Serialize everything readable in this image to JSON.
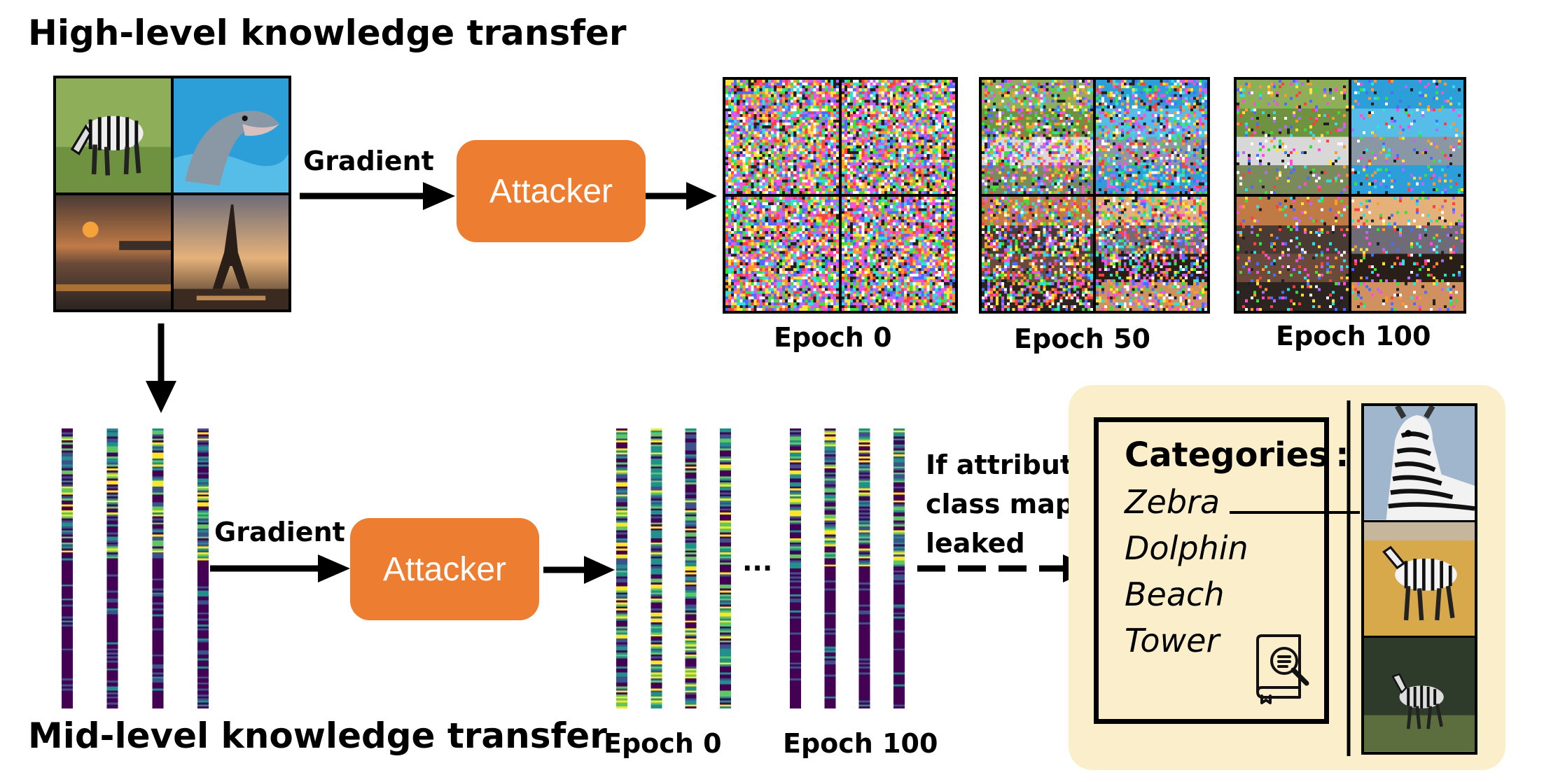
{
  "titles": {
    "high": "High-level knowledge transfer",
    "mid": "Mid-level knowledge transfer"
  },
  "high_row": {
    "arrow_label": "Gradient",
    "attacker_label": "Attacker",
    "epochs": [
      "Epoch 0",
      "Epoch 50",
      "Epoch 100"
    ]
  },
  "mid_row": {
    "arrow_label": "Gradient",
    "attacker_label": "Attacker",
    "ellipsis": "...",
    "epochs": [
      "Epoch 0",
      "Epoch 100"
    ]
  },
  "leak_condition": [
    "If attribute-",
    "class map",
    "leaked"
  ],
  "categories_box": {
    "heading": "Categories :",
    "items": [
      "Zebra",
      "Dolphin",
      "Beach",
      "Tower"
    ],
    "icon": "book-search-icon"
  },
  "colors": {
    "attacker": "#ed7d31",
    "panel": "#fbeeca",
    "viridis": [
      "#440154",
      "#3b528b",
      "#21908d",
      "#5dc863",
      "#fde725"
    ]
  }
}
